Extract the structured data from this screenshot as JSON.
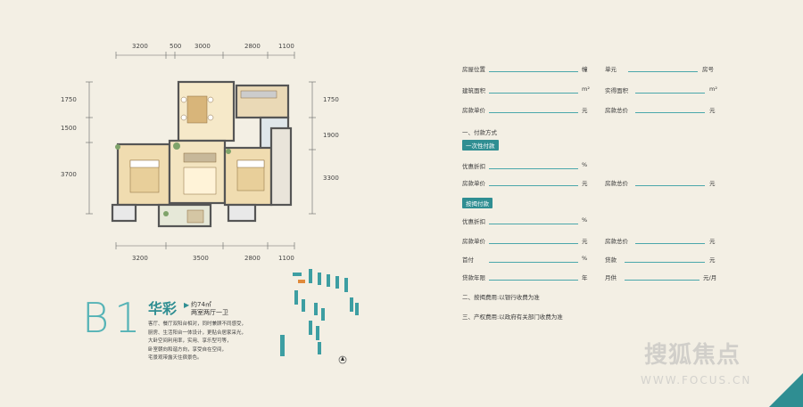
{
  "dimensions": {
    "top": [
      "3200",
      "500",
      "3000",
      "2800",
      "1100"
    ],
    "bottom": [
      "3200",
      "3500",
      "2800",
      "1100"
    ],
    "left": [
      "1750",
      "1500",
      "3700"
    ],
    "right": [
      "1750",
      "1900",
      "3300"
    ]
  },
  "unit": {
    "code": "B1",
    "name": "华彩",
    "area": "约74㎡",
    "layout": "两室两厅一卫",
    "description_lines": [
      "客厅、餐厅双阳台相对，同时兼顾不同感受，",
      "厨房、生活阳台一体设计，更贴合居家采光，",
      "大卧空间利用率，实用、享乐型可等，",
      "卧室朝向和谐方向，享受自在空间，",
      "宅景观带露天住宿景色。"
    ]
  },
  "form": {
    "row1": {
      "label_a": "房屋位置",
      "suffix_a": "幢",
      "label_b": "单元",
      "suffix_b": "房号"
    },
    "row2": {
      "label_a": "建筑面积",
      "suffix_a": "m²",
      "label_b": "实得面积",
      "suffix_b": "m²"
    },
    "row3": {
      "label_a": "房款单价",
      "suffix_a": "元",
      "label_b": "房款总价",
      "suffix_b": "元"
    },
    "section1": "一、付款方式",
    "tag1": "一次性付款",
    "row4": {
      "label_a": "优惠折扣",
      "suffix_a": "%"
    },
    "row5": {
      "label_a": "房款单价",
      "suffix_a": "元",
      "label_b": "房款总价",
      "suffix_b": "元"
    },
    "tag2": "按揭付款",
    "row6": {
      "label_a": "优惠折扣",
      "suffix_a": "%"
    },
    "row7": {
      "label_a": "房款单价",
      "suffix_a": "元",
      "label_b": "房款总价",
      "suffix_b": "元"
    },
    "row8": {
      "label_a": "首付",
      "suffix_a": "%",
      "label_b": "贷款",
      "suffix_b": "元"
    },
    "row9": {
      "label_a": "贷款年限",
      "suffix_a": "年",
      "label_b": "月供",
      "suffix_b": "元/月"
    },
    "section2": "二、按揭费用:以银行收费为准",
    "section3": "三、产权费用:以政府有关部门收费为准"
  },
  "watermark": {
    "brand": "搜狐焦点",
    "url": "WWW.FOCUS.CN"
  },
  "colors": {
    "accent": "#2f8e92",
    "light_accent": "#55b3b6",
    "background": "#f3efe4"
  }
}
